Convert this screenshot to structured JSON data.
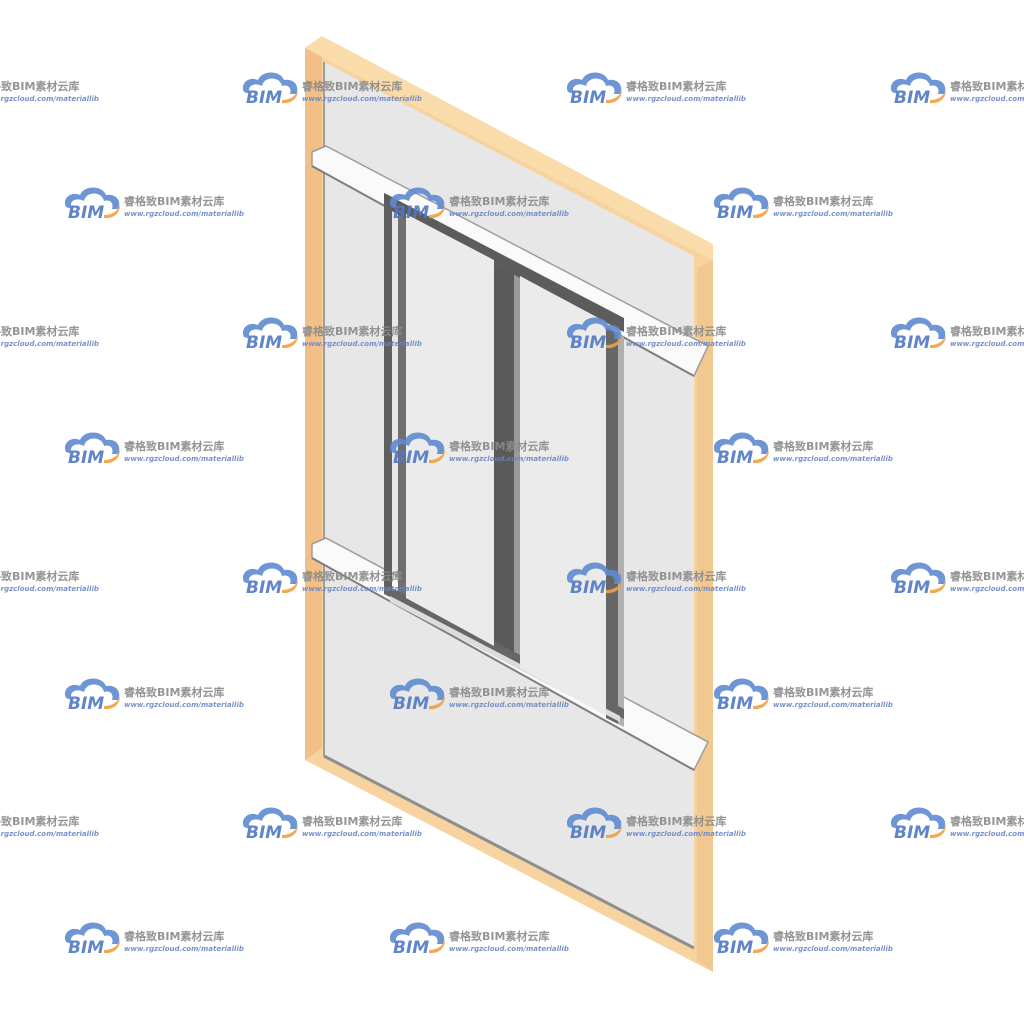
{
  "watermark": {
    "title": "睿格致BIM素材云库",
    "url": "www.rgzcloud.com/materiallib",
    "logo_text": "BIM",
    "colors": {
      "cloud": "#5f8ad0",
      "swoosh": "#f0a040",
      "text": "#8a8a8a",
      "url": "#6a86c4"
    }
  },
  "model": {
    "subject": "window-wall-panel",
    "colors": {
      "outer_frame": "#f6cf98",
      "outer_frame_edge": "#f3c28a",
      "panel": "#e6e6e6",
      "mullion": "#6e6e6e",
      "mullion_light": "#9e9e9e",
      "sill": "#fbfbfb",
      "sill_shadow": "#a9a9a9"
    }
  }
}
